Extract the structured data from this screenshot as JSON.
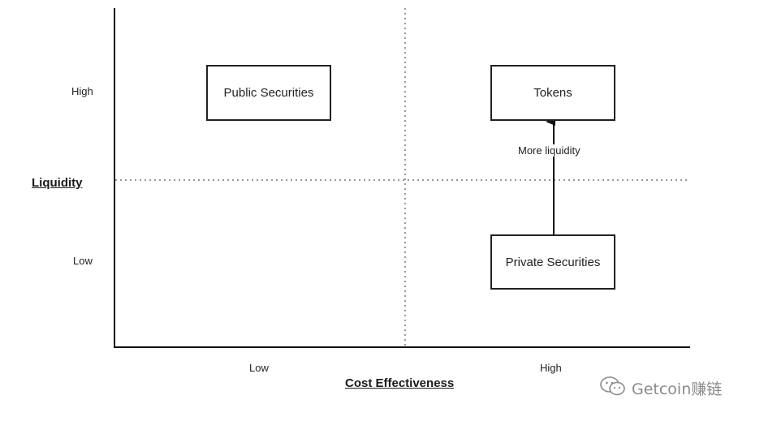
{
  "y_axis": {
    "title": "Liquidity",
    "tick_high": "High",
    "tick_low": "Low"
  },
  "x_axis": {
    "title": "Cost Effectiveness",
    "tick_low": "Low",
    "tick_high": "High"
  },
  "boxes": {
    "public_securities": "Public Securities",
    "tokens": "Tokens",
    "private_securities": "Private Securities"
  },
  "arrow": {
    "label": "More liquidity",
    "from": "Private Securities",
    "to": "Tokens"
  },
  "watermark": {
    "text": "Getcoin赚链",
    "icon": "wechat-icon"
  }
}
